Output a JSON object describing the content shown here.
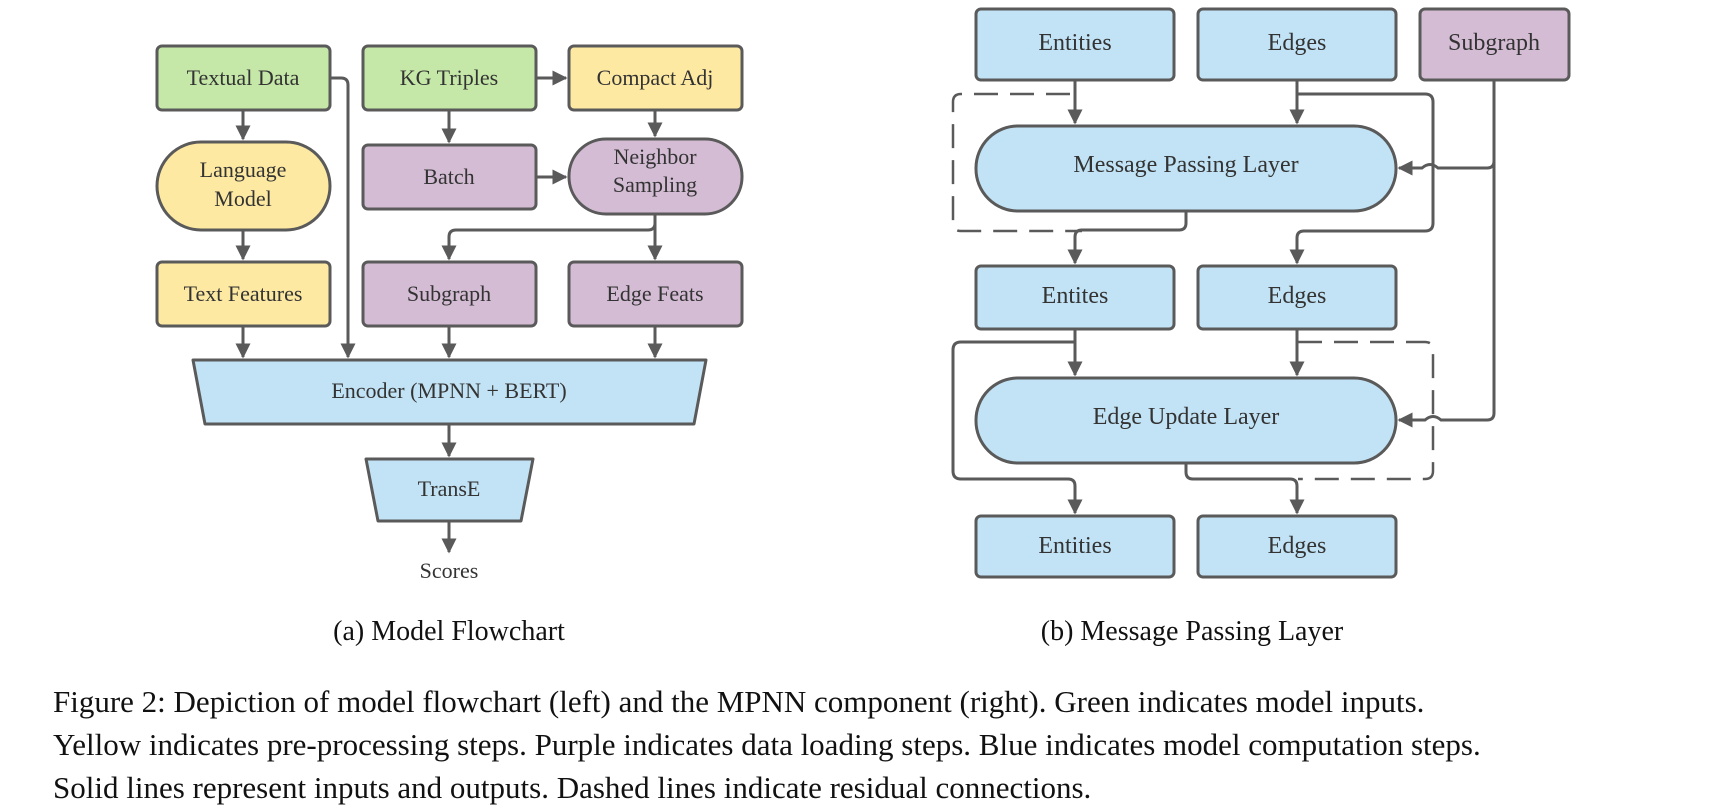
{
  "colors": {
    "input": "#c5e8a8",
    "preprocess": "#fde9a2",
    "data_loading": "#d4bcd4",
    "computation": "#c2e3f5",
    "stroke": "#5a5a5a"
  },
  "left": {
    "textual_data": "Textual Data",
    "kg_triples": "KG Triples",
    "compact_adj": "Compact Adj",
    "language_model": [
      "Language",
      "Model"
    ],
    "batch": "Batch",
    "neighbor_sampling": [
      "Neighbor",
      "Sampling"
    ],
    "text_features": "Text Features",
    "subgraph": "Subgraph",
    "edge_feats": "Edge Feats",
    "encoder": "Encoder (MPNN + BERT)",
    "transe": "TransE",
    "scores": "Scores",
    "subcaption": "(a) Model Flowchart"
  },
  "right": {
    "entities_top": "Entities",
    "edges_top": "Edges",
    "subgraph": "Subgraph",
    "message_passing_layer": "Message Passing Layer",
    "entities_mid": "Entites",
    "edges_mid": "Edges",
    "edge_update_layer": "Edge Update Layer",
    "entities_bottom": "Entities",
    "edges_bottom": "Edges",
    "subcaption": "(b) Message Passing Layer"
  },
  "caption": {
    "line1": "Figure 2: Depiction of model flowchart (left) and the MPNN component (right). Green indicates model inputs.",
    "line2": "Yellow indicates pre-processing steps. Purple indicates data loading steps. Blue indicates model computation steps.",
    "line3": "Solid lines represent inputs and outputs. Dashed lines indicate residual connections."
  }
}
